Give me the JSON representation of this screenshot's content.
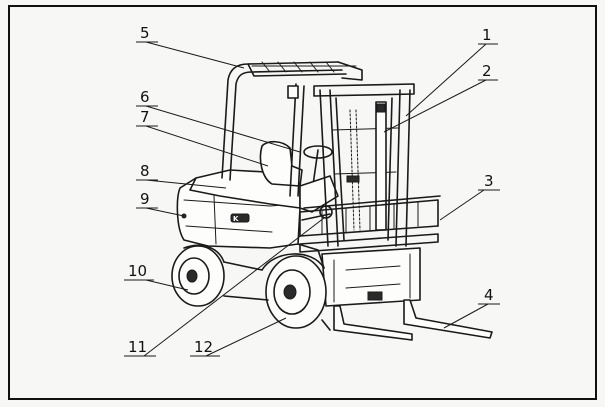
{
  "callouts": [
    {
      "label": "1"
    },
    {
      "label": "2"
    },
    {
      "label": "3"
    },
    {
      "label": "4"
    },
    {
      "label": "5"
    },
    {
      "label": "6"
    },
    {
      "label": "7"
    },
    {
      "label": "8"
    },
    {
      "label": "9"
    },
    {
      "label": "10"
    },
    {
      "label": "11"
    },
    {
      "label": "12"
    }
  ],
  "body_badge": "K"
}
